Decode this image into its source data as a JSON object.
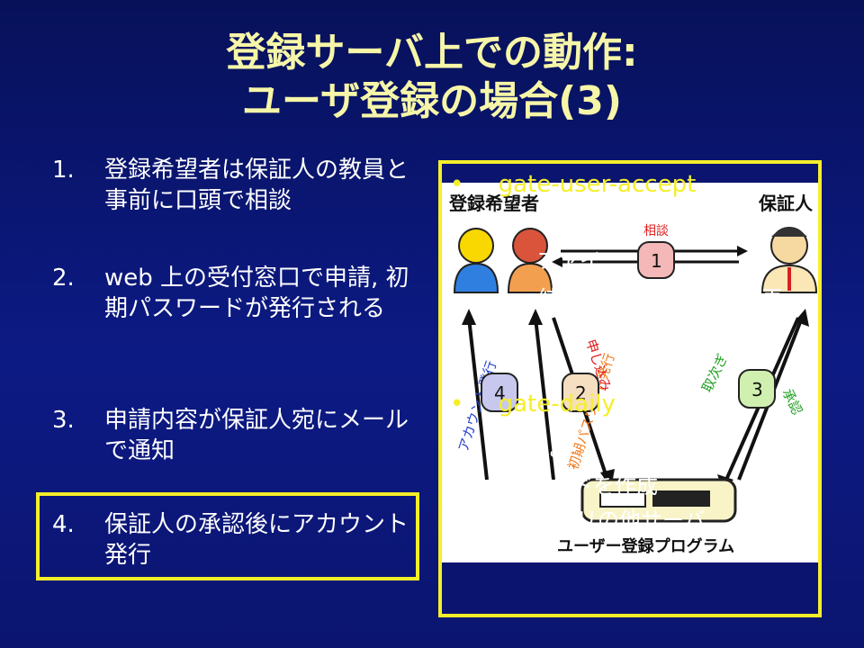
{
  "title": {
    "line1": "登録サーバ上での動作:",
    "line2": "ユーザ登録の場合(3)"
  },
  "steps": [
    {
      "num": "1.",
      "text": "登録希望者は保証人の教員と事前に口頭で相談"
    },
    {
      "num": "2.",
      "text": "web 上の受付窓口で申請, 初期パスワードが発行される"
    },
    {
      "num": "3.",
      "text": "申請内容が保証人宛にメールで通知"
    },
    {
      "num": "4.",
      "text": "保証人の承認後にアカウント発行"
    }
  ],
  "diagram": {
    "applicant_label": "登録希望者",
    "guarantor_label": "保証人",
    "consult_label": "相談",
    "step_numbers": [
      "1",
      "2",
      "3",
      "4"
    ],
    "account_issue_label": "アカウント発行",
    "apply_label": "申し込み",
    "initial_password_label": "初期パスワード発行",
    "accept_label": "承認",
    "receive_label": "取次ぎ",
    "program_label": "ユーザー登録プログラム"
  },
  "overlay": {
    "bullet": "•",
    "accept_title": "gate-user-accept",
    "daily_title": "gate-daily",
    "frag_1": "ファイ",
    "frag_2": "結",
    "frag_3": "再",
    "frag_4": "に・",
    "frag_5": "(ハ ドを作成",
    "frag_6": "リの他サーバ"
  },
  "colors": {
    "title": "#f6f6a8",
    "frame": "#f5ee2a",
    "background": "#0c1a84"
  }
}
